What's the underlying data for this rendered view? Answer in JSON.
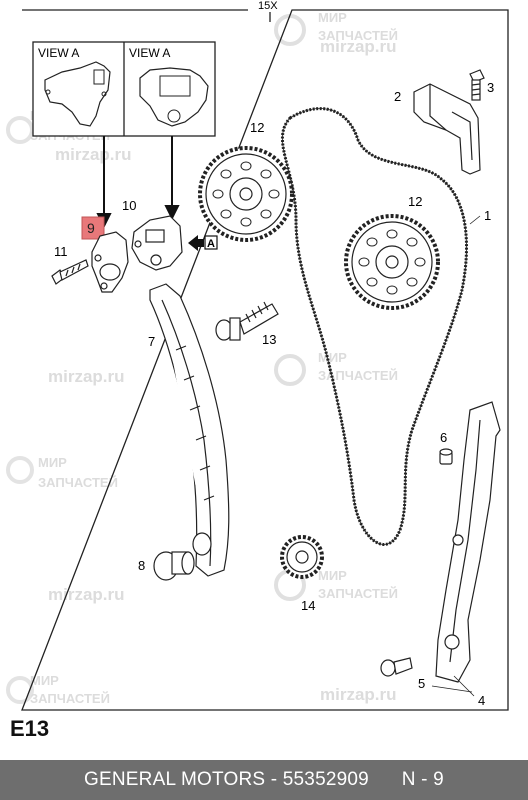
{
  "diagram": {
    "quantity_label": "15X",
    "view_labels": [
      "VIEW A",
      "VIEW A"
    ],
    "view_marker": "A",
    "highlighted_part": "9",
    "highlight_color": "#e8787a",
    "parts": {
      "p1": "1",
      "p2": "2",
      "p3": "3",
      "p4": "4",
      "p5": "5",
      "p6": "6",
      "p7": "7",
      "p8": "8",
      "p10": "10",
      "p11": "11",
      "p12a": "12",
      "p12b": "12",
      "p13": "13",
      "p14": "14"
    }
  },
  "watermark": {
    "url": "mirzap.ru",
    "line1": "МИР",
    "line2": "ЗАПЧАСТЕЙ",
    "color": "#d8d8d8"
  },
  "section_code": "E13",
  "footer": {
    "brand": "GENERAL MOTORS",
    "part_number": "55352909",
    "ref": "N - 9",
    "background": "#6e6e6e"
  }
}
